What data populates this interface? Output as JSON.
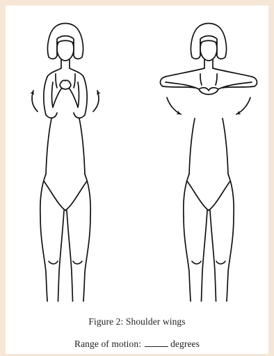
{
  "caption": {
    "figure_title": "Figure 2: Shoulder wings",
    "range_label": "Range of motion:",
    "range_unit": "degrees"
  },
  "figures": [
    {
      "pose": "arms-down-hands-at-chest",
      "arrow": "upward-outward"
    },
    {
      "pose": "elbows-raised-to-sides",
      "arrow": "downward"
    }
  ],
  "colors": {
    "background": "#f6e6d6",
    "panel": "#ffffff",
    "ink": "#111111"
  },
  "icons": [
    "rotation-arrow-icon"
  ]
}
